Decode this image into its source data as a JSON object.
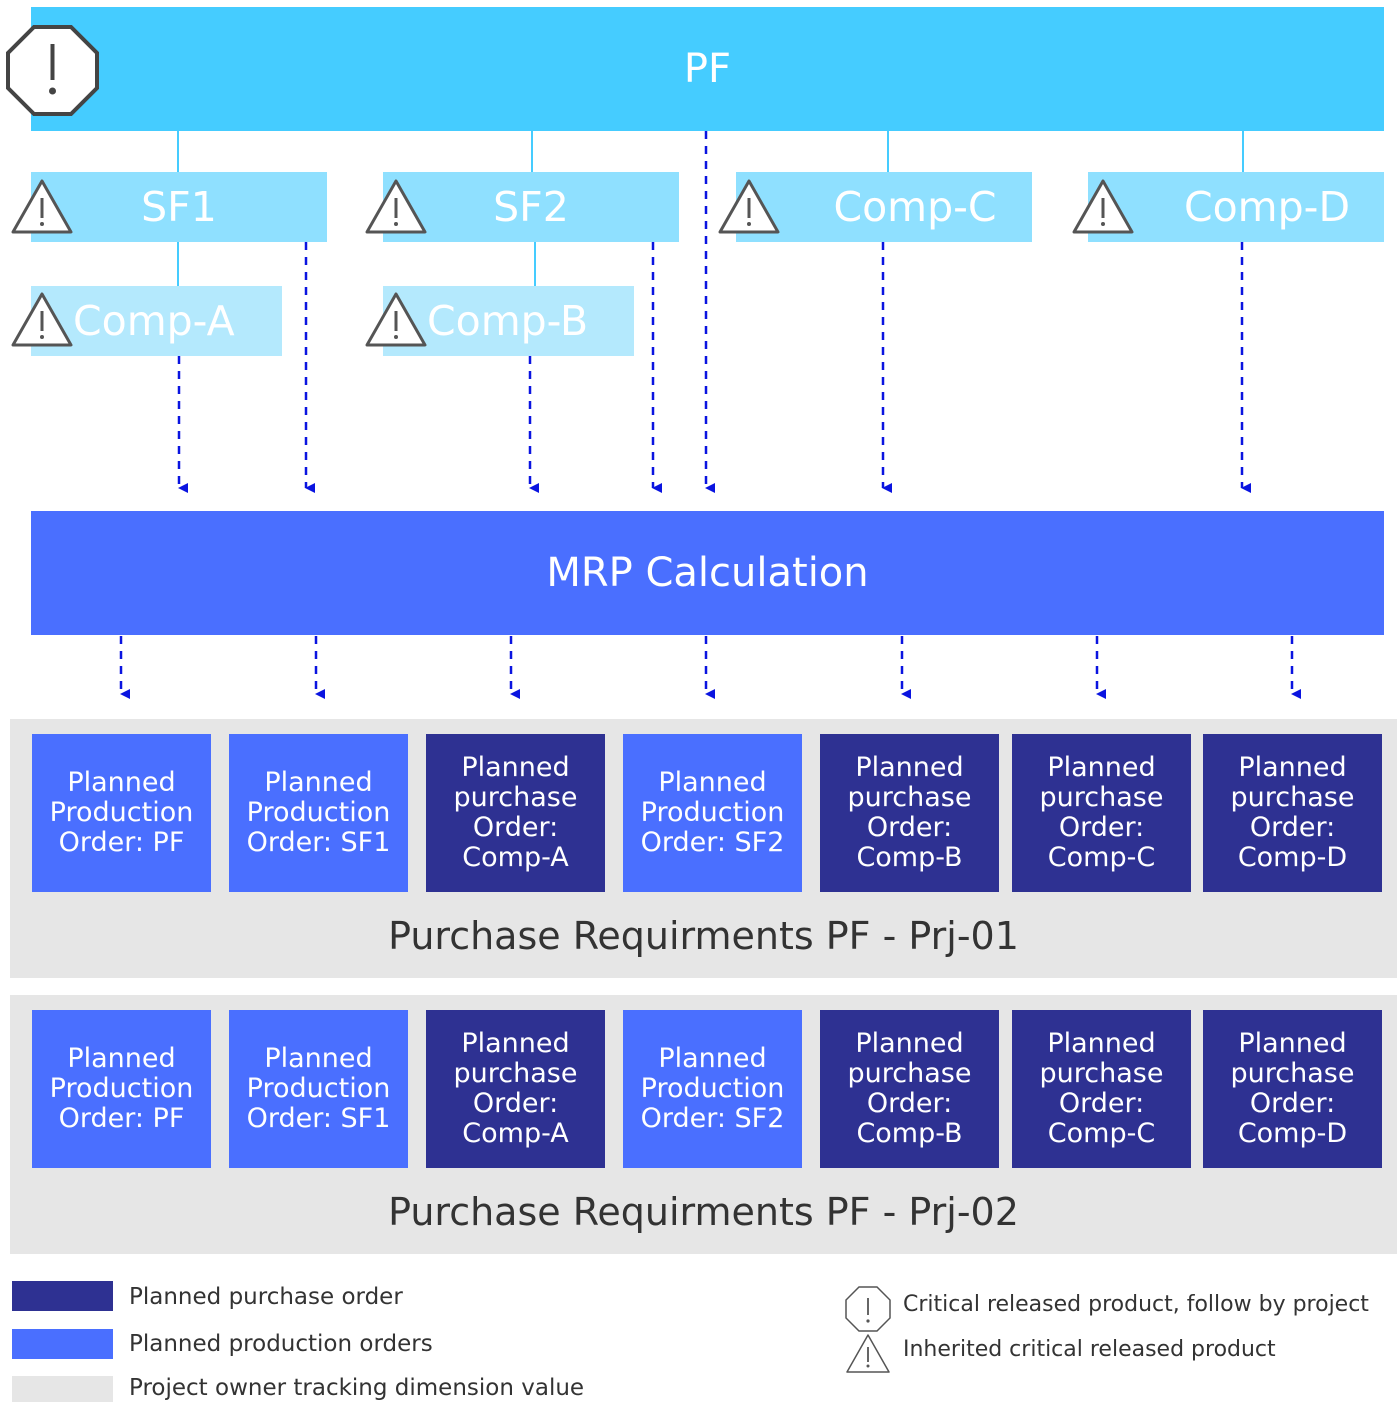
{
  "diagram": {
    "top_product": "PF",
    "level1": [
      "SF1",
      "SF2",
      "Comp-C",
      "Comp-D"
    ],
    "level2": [
      "Comp-A",
      "Comp-B"
    ],
    "mrp": "MRP Calculation",
    "orders": [
      {
        "label": "Planned Production Order: PF",
        "type": "production"
      },
      {
        "label": "Planned Production Order: SF1",
        "type": "production"
      },
      {
        "label": "Planned purchase Order: Comp-A",
        "type": "purchase"
      },
      {
        "label": "Planned Production Order: SF2",
        "type": "production"
      },
      {
        "label": "Planned purchase Order: Comp-B",
        "type": "purchase"
      },
      {
        "label": "Planned purchase Order: Comp-C",
        "type": "purchase"
      },
      {
        "label": "Planned purchase Order: Comp-D",
        "type": "purchase"
      }
    ],
    "projects": [
      "Purchase Requirments PF - Prj-01",
      "Purchase Requirments PF - Prj-02"
    ]
  },
  "legend": {
    "purchase": "Planned purchase order",
    "production": "Planned production orders",
    "tracking": "Project owner tracking dimension value",
    "critical": "Critical released product, follow by project",
    "inherited": "Inherited critical released product"
  },
  "colors": {
    "pf": "#45ccff",
    "level1": "#8fe0ff",
    "level2": "#b4e9fd",
    "mrp": "#4a6fff",
    "production": "#4a6fff",
    "purchase": "#2e3192",
    "tracking": "#e6e6e6",
    "arrow": "#0a14e0"
  },
  "icons": {
    "critical": "octagon-exclamation-icon",
    "inherited": "triangle-warning-icon"
  }
}
